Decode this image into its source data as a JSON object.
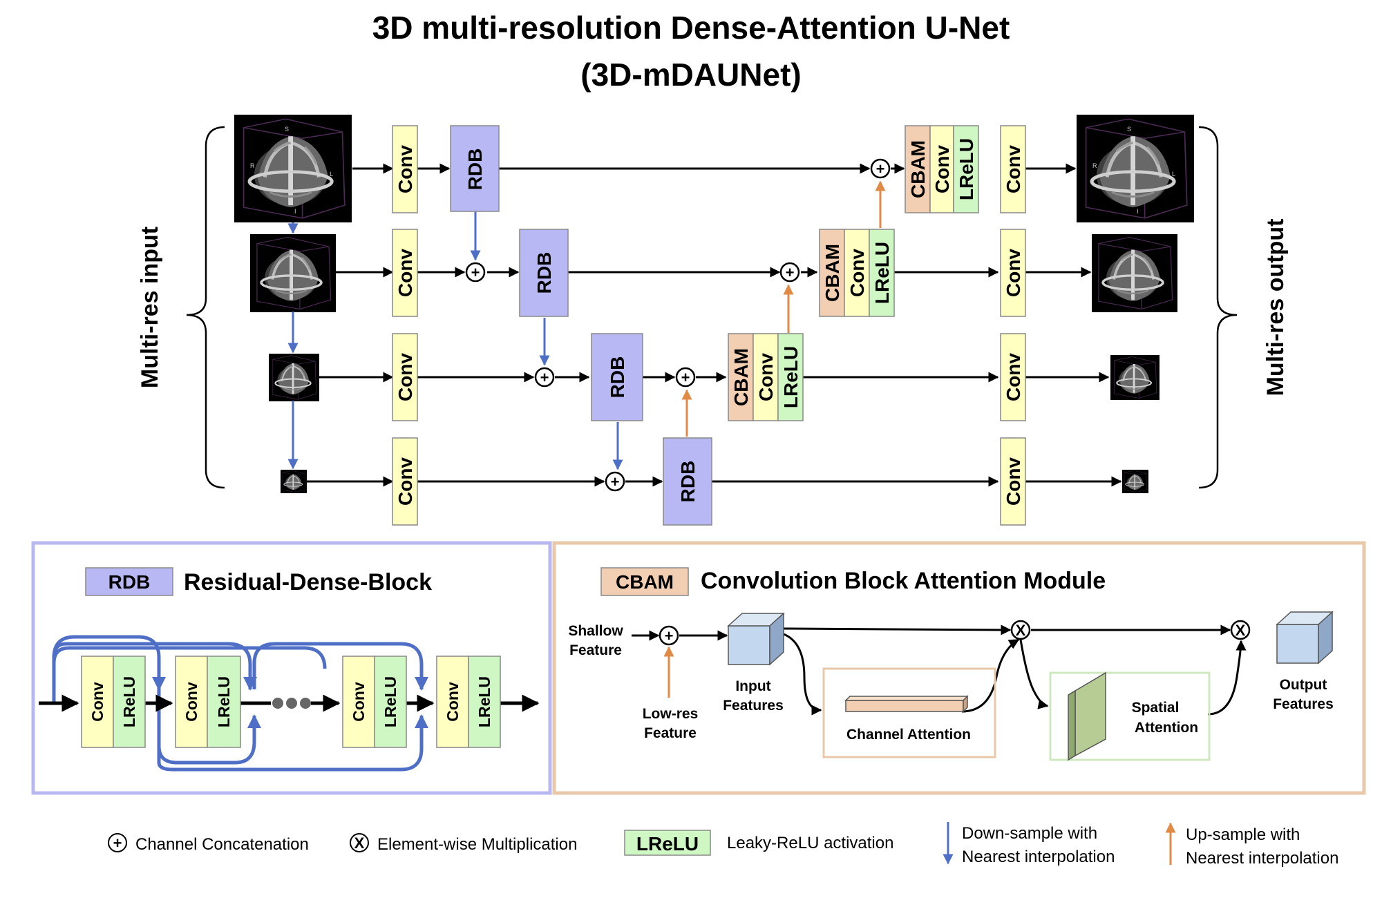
{
  "title": {
    "line1": "3D multi-resolution Dense-Attention U-Net",
    "line2": "(3D-mDAUNet)"
  },
  "side_labels": {
    "input": "Multi-res input",
    "output": "Multi-res output"
  },
  "blocks": {
    "conv": "Conv",
    "rdb": "RDB",
    "cbam": "CBAM",
    "lrelu": "LReLU"
  },
  "mri_letters": {
    "s": "S",
    "r": "R",
    "l": "L",
    "i": "I"
  },
  "ops": {
    "concat": "+",
    "multiply": "X"
  },
  "rdb_panel": {
    "tag": "RDB",
    "title": "Residual-Dense-Block"
  },
  "cbam_panel": {
    "tag": "CBAM",
    "title": "Convolution Block Attention Module",
    "shallow_line1": "Shallow",
    "shallow_line2": "Feature",
    "lowres_line1": "Low-res",
    "lowres_line2": "Feature",
    "input_line1": "Input",
    "input_line2": "Features",
    "channel_attention": "Channel Attention",
    "spatial_line1": "Spatial",
    "spatial_line2": "Attention",
    "output_line1": "Output",
    "output_line2": "Features"
  },
  "legend": {
    "concat": "Channel Concatenation",
    "multiply": "Element-wise Multiplication",
    "lrelu_tag": "LReLU",
    "lrelu_text": "Leaky-ReLU activation",
    "down_line1": "Down-sample with",
    "down_line2": "Nearest interpolation",
    "up_line1": "Up-sample with",
    "up_line2": "Nearest interpolation"
  },
  "colors": {
    "conv": "#ffffc2",
    "rdb": "#b8b8f5",
    "cbam": "#f2cfb2",
    "lrelu": "#cff7c4",
    "down_arrow": "#4f6fc7",
    "up_arrow": "#e08a45",
    "rdb_panel_border": "#b8b8f0",
    "cbam_panel_border": "#e8c8a8",
    "rdb_loop": "#4f6fc7",
    "cube": "#c3d8ef"
  },
  "icons": {
    "concat": "circled-plus-icon",
    "multiply": "circled-x-icon",
    "mri": "brain-mri-icon"
  }
}
